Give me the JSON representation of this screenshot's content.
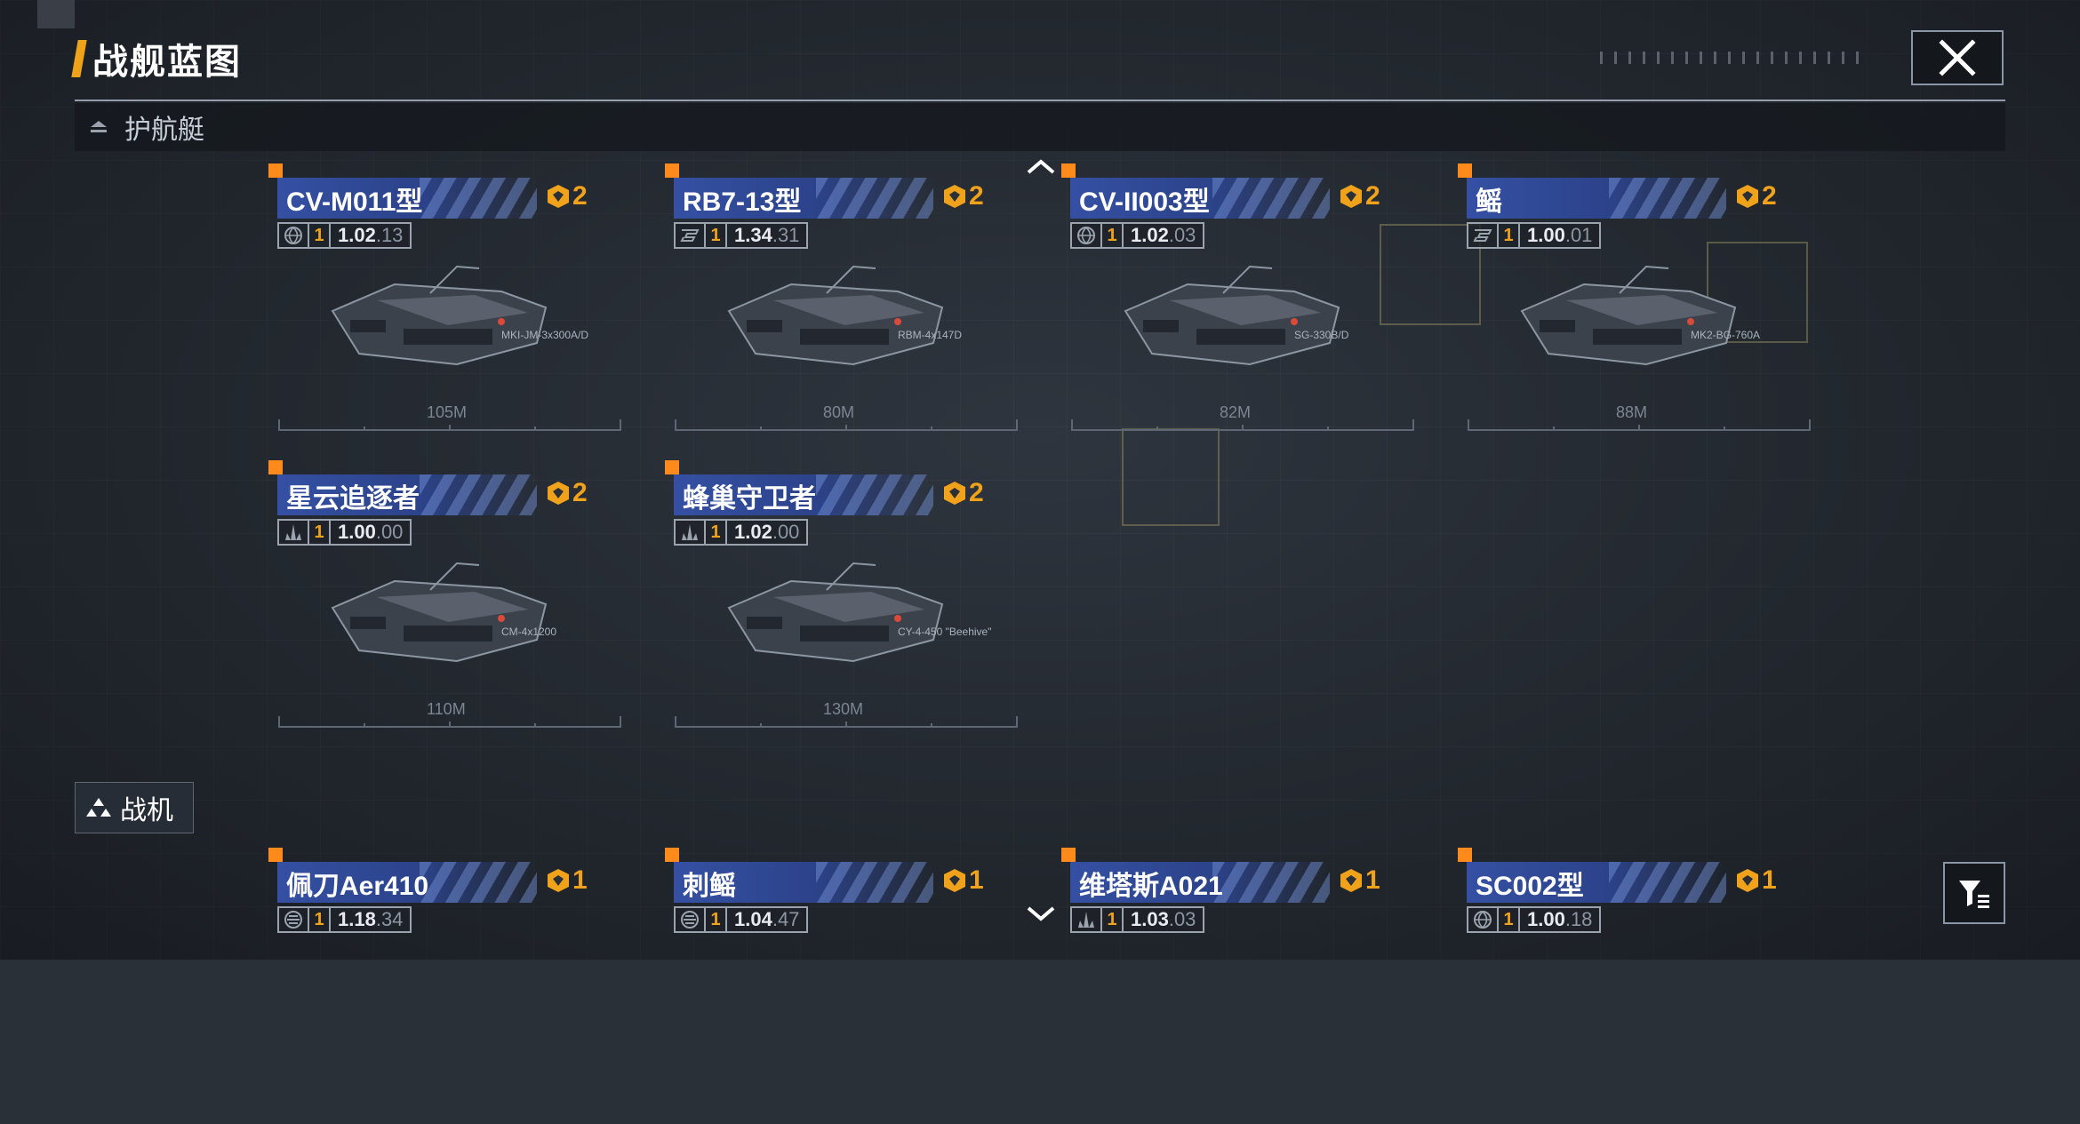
{
  "header": {
    "title": "战舰蓝图"
  },
  "sections": {
    "escort": "护航艇",
    "fighter": "战机"
  },
  "colors": {
    "accent": "#f0a21a",
    "name_bar": "#3550a3",
    "corner": "#ff8a1c"
  },
  "escort_cards": [
    {
      "name": "CV-M011型",
      "cost": "2",
      "tier": "1",
      "version": "1.02",
      "version_sub": ".13",
      "faction_icon": "globe-icon",
      "length": "105M",
      "part": "MKI-JM-3x300A/D"
    },
    {
      "name": "RB7-13型",
      "cost": "2",
      "tier": "1",
      "version": "1.34",
      "version_sub": ".31",
      "faction_icon": "st-logo-icon",
      "length": "80M",
      "part": "RBM-4x147D"
    },
    {
      "name": "CV-II003型",
      "cost": "2",
      "tier": "1",
      "version": "1.02",
      "version_sub": ".03",
      "faction_icon": "globe-icon",
      "length": "82M",
      "part": "SG-330B/D"
    },
    {
      "name": "鳐",
      "cost": "2",
      "tier": "1",
      "version": "1.00",
      "version_sub": ".01",
      "faction_icon": "st-logo-icon",
      "length": "88M",
      "part": "MK2-BG-760A"
    },
    {
      "name": "星云追逐者",
      "cost": "2",
      "tier": "1",
      "version": "1.00",
      "version_sub": ".00",
      "faction_icon": "tower-icon",
      "length": "110M",
      "part": "CM-4x1200"
    },
    {
      "name": "蜂巢守卫者",
      "cost": "2",
      "tier": "1",
      "version": "1.02",
      "version_sub": ".00",
      "faction_icon": "tower-icon",
      "length": "130M",
      "part": "CY-4-450 \"Beehive\""
    }
  ],
  "fighter_cards": [
    {
      "name": "佩刀Aer410",
      "cost": "1",
      "tier": "1",
      "version": "1.18",
      "version_sub": ".34",
      "faction_icon": "emblem-icon"
    },
    {
      "name": "刺鳐",
      "cost": "1",
      "tier": "1",
      "version": "1.04",
      "version_sub": ".47",
      "faction_icon": "emblem-icon"
    },
    {
      "name": "维塔斯A021",
      "cost": "1",
      "tier": "1",
      "version": "1.03",
      "version_sub": ".03",
      "faction_icon": "tower-icon"
    },
    {
      "name": "SC002型",
      "cost": "1",
      "tier": "1",
      "version": "1.00",
      "version_sub": ".18",
      "faction_icon": "globe-icon"
    }
  ]
}
